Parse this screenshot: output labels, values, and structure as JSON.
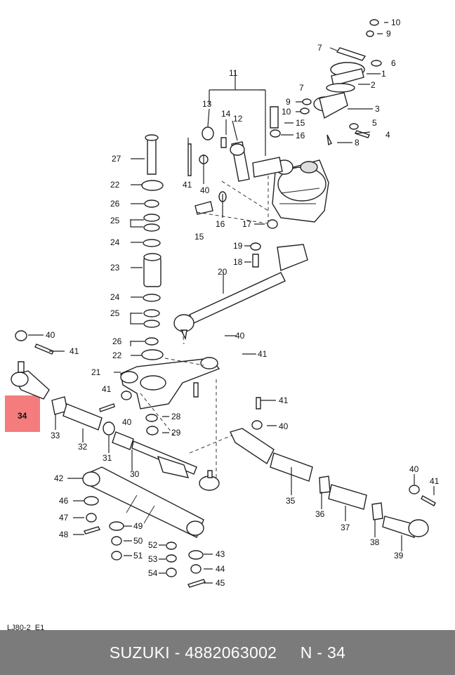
{
  "diagram": {
    "caption": "LJ80-2  E1",
    "highlight_color": "#f47c7c",
    "highlighted_label": "34",
    "labels": [
      "1",
      "2",
      "3",
      "4",
      "5",
      "6",
      "7",
      "8",
      "9",
      "10",
      "11",
      "12",
      "13",
      "14",
      "15",
      "16",
      "17",
      "18",
      "19",
      "20",
      "21",
      "22",
      "23",
      "24",
      "25",
      "26",
      "27",
      "28",
      "29",
      "30",
      "31",
      "32",
      "33",
      "34",
      "35",
      "36",
      "37",
      "38",
      "39",
      "40",
      "41",
      "42",
      "43",
      "44",
      "45",
      "46",
      "47",
      "48",
      "49",
      "50",
      "51",
      "52",
      "53",
      "54"
    ]
  },
  "footer": {
    "brand": "SUZUKI",
    "separator": " - ",
    "part_number": "4882063002",
    "position": "N - 34"
  }
}
